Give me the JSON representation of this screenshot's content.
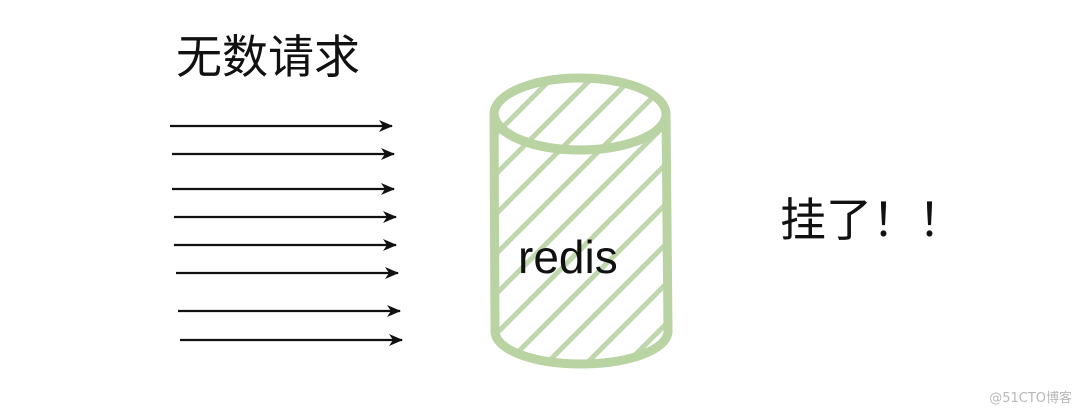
{
  "diagram": {
    "requests_label": "无数请求",
    "node_label": "redis",
    "status_label": "挂了！！",
    "request_arrow_count": 8,
    "cylinder_color": "#b9d3a3",
    "arrow_color": "#111111"
  },
  "watermark": "@51CTO博客"
}
